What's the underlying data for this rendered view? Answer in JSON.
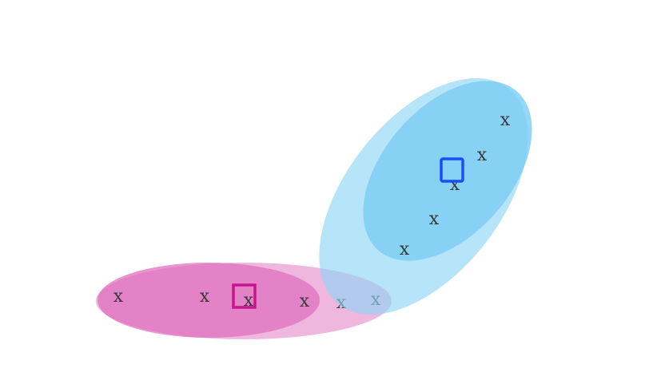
{
  "clusters": [
    {
      "id": "pink",
      "colors": {
        "outer": "#e486c8",
        "inner": "#e070bf",
        "centroid": "#c8148c"
      },
      "marker": "x",
      "points": [
        "x",
        "x",
        "x",
        "x",
        "x",
        "x"
      ]
    },
    {
      "id": "blue",
      "colors": {
        "outer": "#8fd6f4",
        "inner": "#7ccdf2",
        "centroid": "#1a4cff"
      },
      "marker": "x",
      "points": [
        "x",
        "x",
        "x",
        "x",
        "x"
      ]
    }
  ]
}
